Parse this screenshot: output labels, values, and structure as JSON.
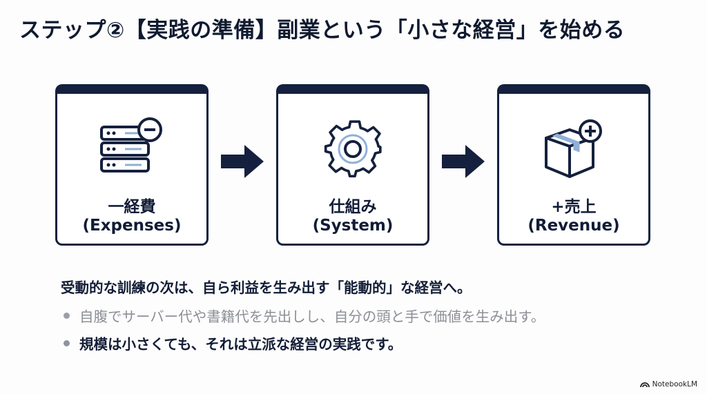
{
  "title": "ステップ②【実践の準備】副業という「小さな経営」を始める",
  "cards": [
    {
      "label_jp": "一経費",
      "label_en": "(Expenses)",
      "icon": "server-minus-icon"
    },
    {
      "label_jp": "仕組み",
      "label_en": "(System)",
      "icon": "gear-icon"
    },
    {
      "label_jp": "+売上",
      "label_en": "(Revenue)",
      "icon": "box-plus-icon"
    }
  ],
  "lead": "受動的な訓練の次は、自ら利益を生み出す「能動的」な経営へ。",
  "bullets": [
    "自腹でサーバー代や書籍代を先出しし、自分の頭と手で価値を生み出す。",
    "規模は小さくても、それは立派な経営の実践です。"
  ],
  "brand": "NotebookLM",
  "colors": {
    "navy": "#14203d",
    "accent": "#8fb0d8",
    "muted": "#8c8f96"
  }
}
